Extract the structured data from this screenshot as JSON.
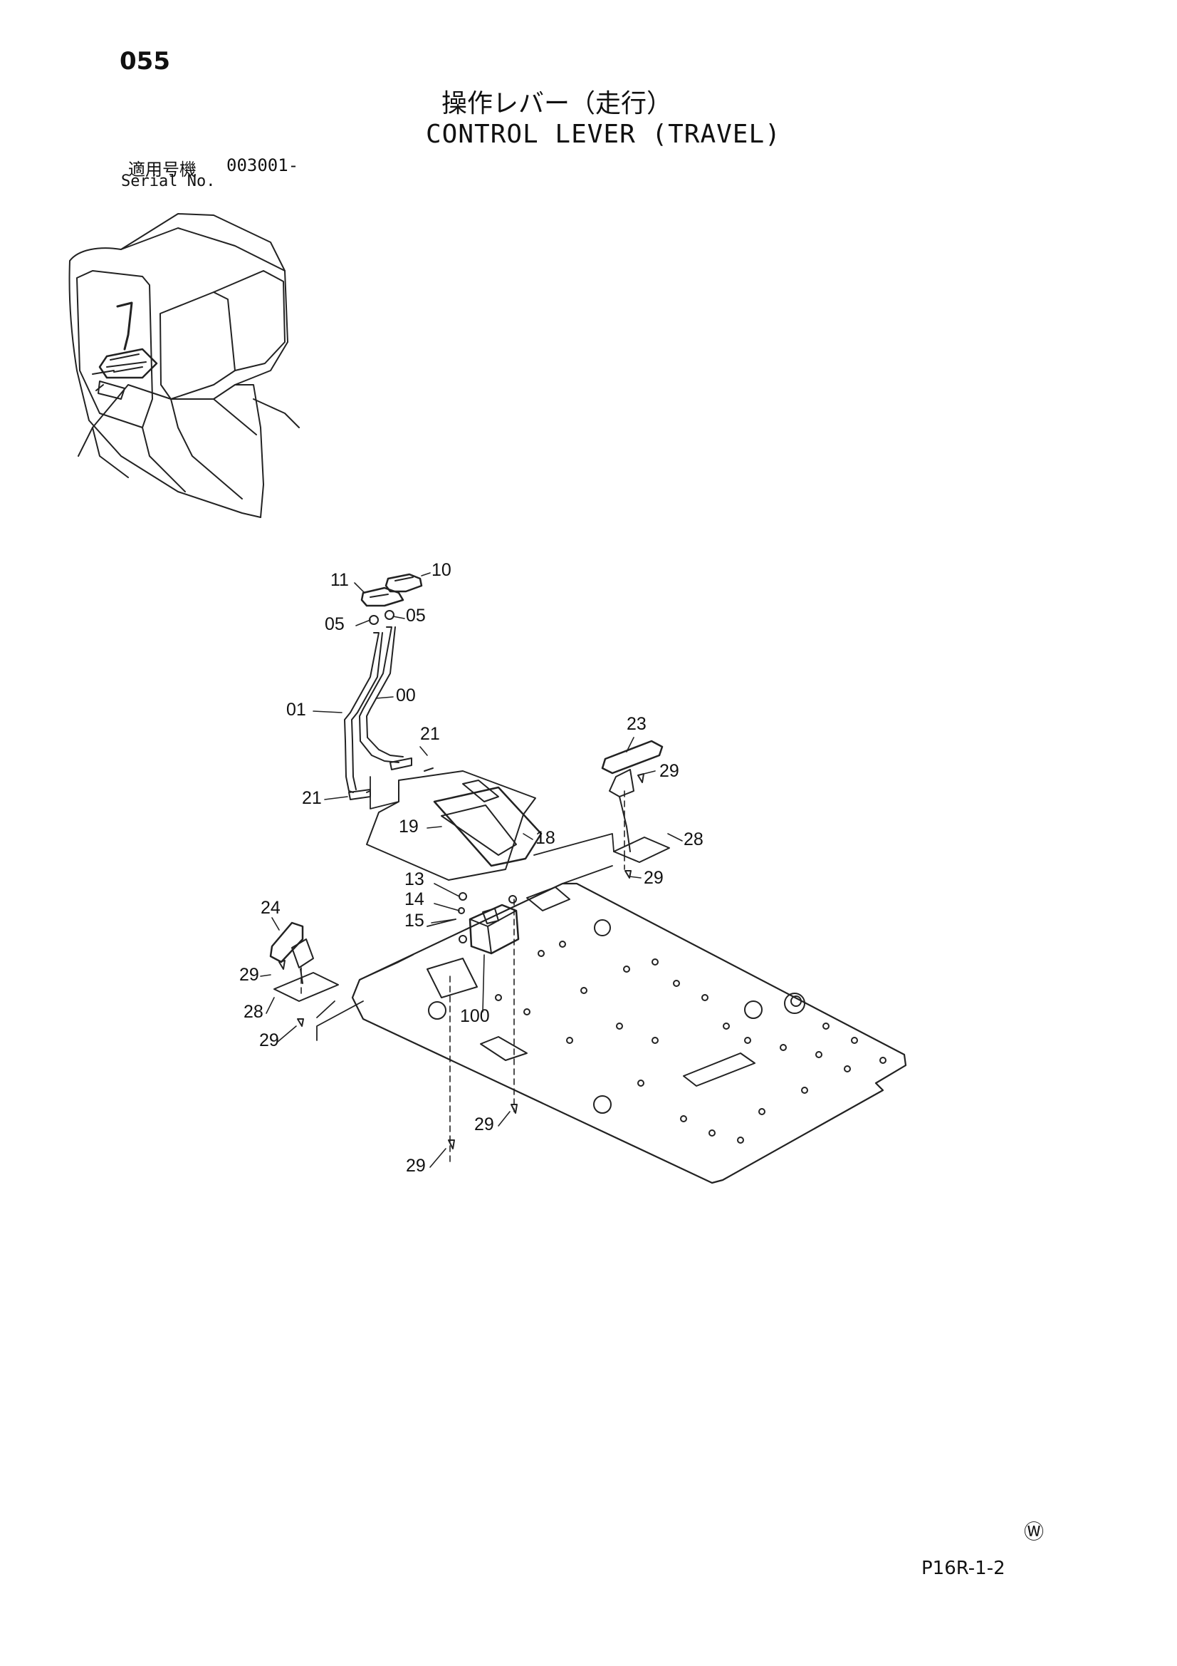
{
  "page_number": "055",
  "title_jp": "操作レバー（走行）",
  "title_en": "CONTROL LEVER (TRAVEL)",
  "serial": {
    "label_jp": "適用号機",
    "value": "003001-",
    "label_en": "Serial No."
  },
  "callouts": {
    "p11": "11",
    "p10": "10",
    "p05a": "05",
    "p05b": "05",
    "p01": "01",
    "p00": "00",
    "p21a": "21",
    "p21b": "21",
    "p23": "23",
    "p29a": "29",
    "p28a": "28",
    "p29b": "29",
    "p19": "19",
    "p18": "18",
    "p13": "13",
    "p14": "14",
    "p15": "15",
    "p24": "24",
    "p29c": "29",
    "p28b": "28",
    "p100": "100",
    "p29d": "29",
    "p29e": "29",
    "p29f": "29"
  },
  "footer": {
    "mark": "Ⓦ",
    "code": "P16R-1-2"
  }
}
